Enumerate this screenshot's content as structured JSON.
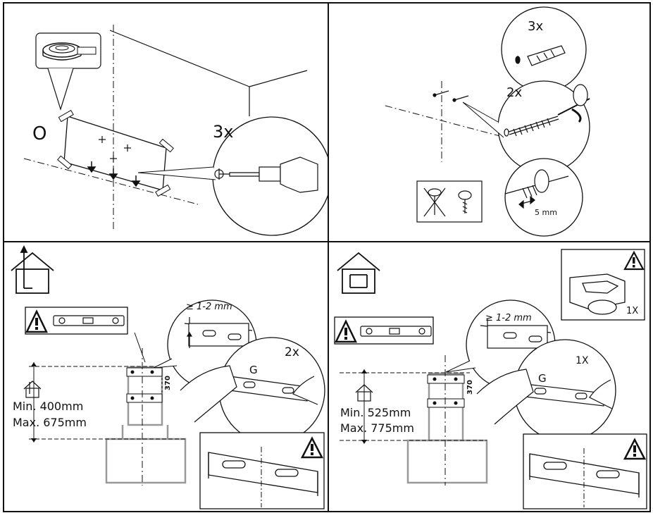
{
  "panel1": {
    "step_letter": "O",
    "drill_count": "3x"
  },
  "panel2": {
    "plug_count": "3x",
    "screw_count": "2x",
    "gap_dimension": "5 mm"
  },
  "panel3": {
    "gap_label": "1-2 mm",
    "height_dim": "370",
    "bracket_count": "2x",
    "point_label": "G",
    "min_height": "Min. 400mm",
    "max_height": "Max. 675mm"
  },
  "panel4": {
    "gap_label": "1-2 mm",
    "height_dim": "370",
    "bracket_count": "1X",
    "point_label": "G",
    "min_height": "Min. 525mm",
    "max_height": "Max. 775mm",
    "accessory_count": "1X"
  },
  "icons": [
    "warning-icon",
    "spirit-level-icon",
    "house-ducted-icon",
    "house-recirculation-icon",
    "drill-icon",
    "screw-icon",
    "wall-plug-icon",
    "tape-roll-icon"
  ]
}
